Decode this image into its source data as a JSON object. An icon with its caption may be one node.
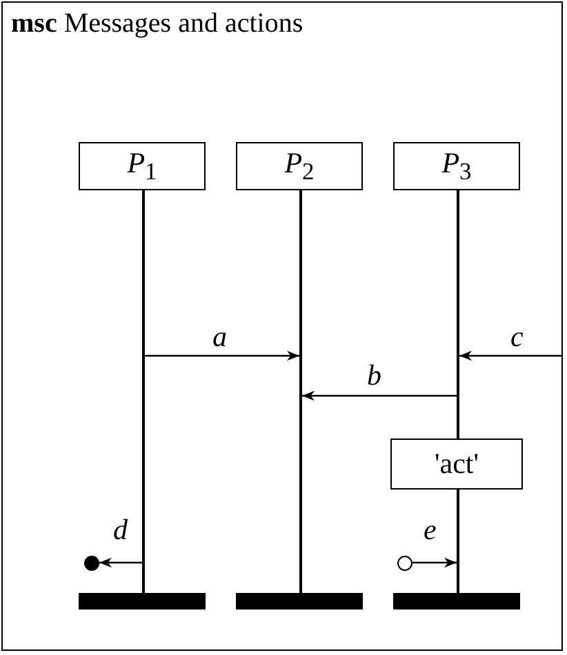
{
  "diagram": {
    "title": "**msc** Messages and actions",
    "nodes": [
      {
        "text": [
          "*P*$_{1}$"
        ]
      },
      {
        "text": [
          "*P*$_{2}$"
        ]
      },
      {
        "text": [
          "*P*$_{3}$"
        ]
      },
      {
        "text": [],
        "shape": "line"
      },
      {
        "text": [],
        "shape": "line"
      },
      {
        "text": [],
        "shape": "line"
      },
      {
        "text": [
          "'act'"
        ]
      },
      {
        "text": [],
        "shape": "line"
      },
      {
        "text": [],
        "shape": "bar"
      },
      {
        "text": [],
        "shape": "bar"
      },
      {
        "text": [],
        "shape": "bar"
      },
      {
        "text": [],
        "shape": "circle"
      },
      {
        "text": [],
        "shape": "circle"
      }
    ],
    "edges": [
      {
        "from": 3,
        "to": 4,
        "arrow": "to",
        "label": "a"
      },
      {
        "from": 5,
        "to": 4,
        "arrow": "to",
        "label": "b"
      },
      {
        "from": null,
        "to": 5,
        "arrow": "to",
        "label": "c"
      },
      {
        "from": 3,
        "to": 11,
        "arrow": "to",
        "label": "d"
      },
      {
        "from": 12,
        "to": 7,
        "arrow": "to",
        "label": "e"
      }
    ]
  }
}
